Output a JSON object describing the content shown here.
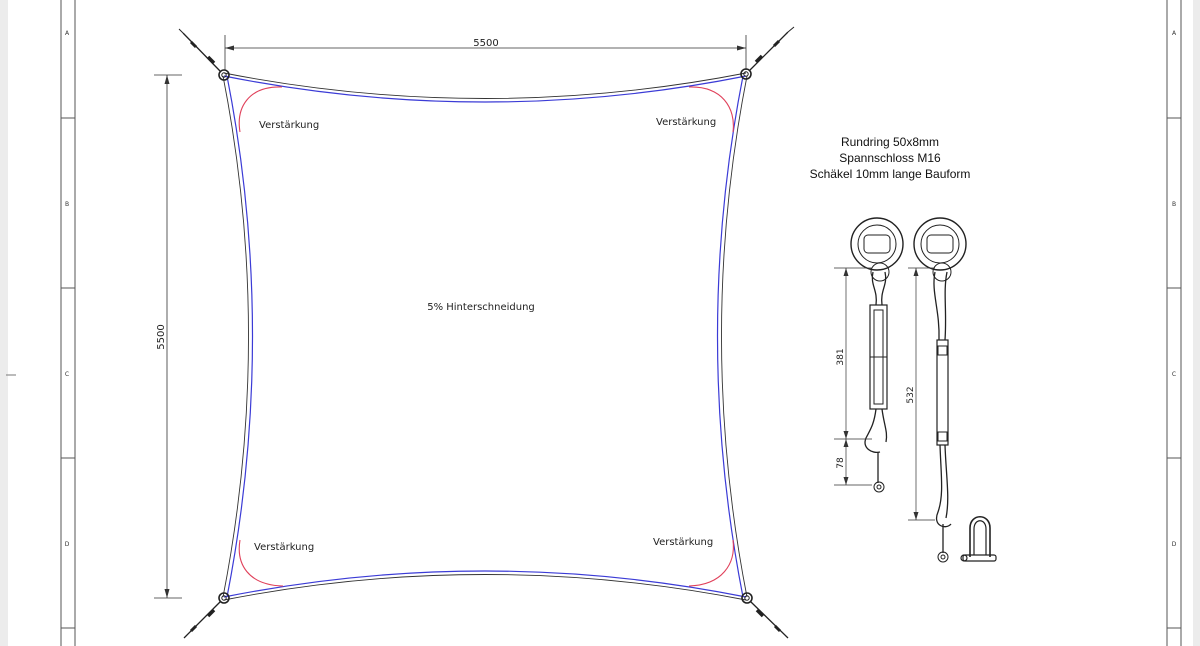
{
  "frame": {
    "zone_labels": [
      "A",
      "B",
      "C",
      "D"
    ]
  },
  "dimensions": {
    "width": "5500",
    "height": "5500",
    "turnbuckle_short_length": "381",
    "hook_length": "78",
    "turnbuckle_long_length": "532"
  },
  "sail": {
    "center_note": "5% Hinterschneidung",
    "reinforcement_top_left": "Verstärkung",
    "reinforcement_top_right": "Verstärkung",
    "reinforcement_bottom_left": "Verstärkung",
    "reinforcement_bottom_right": "Verstärkung"
  },
  "hardware_notes": {
    "line1": "Rundring 50x8mm",
    "line2": "Spannschloss M16",
    "line3": "Schäkel 10mm lange Bauform"
  },
  "colors": {
    "page": "#ffffff",
    "background": "#ececec",
    "line": "#333333",
    "edge_blue": "#3b3bd6",
    "reinforcement_red": "#e0405a"
  }
}
